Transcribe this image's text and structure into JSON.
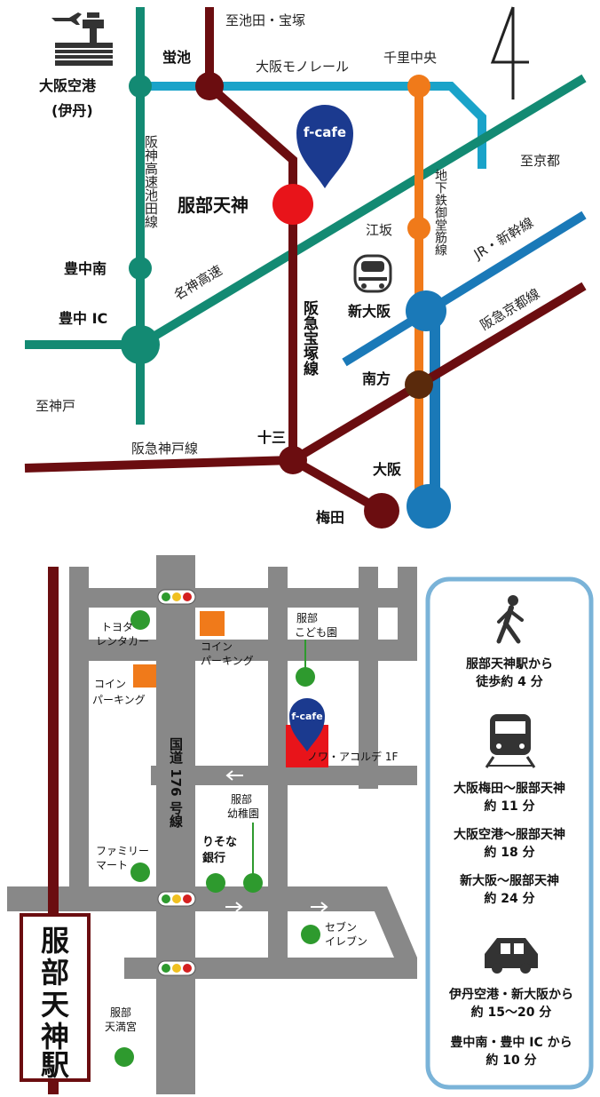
{
  "route_map": {
    "stations": {
      "itami_airport_1": "大阪空港",
      "itami_airport_2": "(伊丹)",
      "hotarugaike": "蛍池",
      "hattori_tenjin": "服部天神",
      "toyonaka_minami": "豊中南",
      "toyonaka_ic": "豊中 IC",
      "esaka": "江坂",
      "senri_chuo": "千里中央",
      "shin_osaka": "新大阪",
      "minamikata": "南方",
      "juso": "十三",
      "umeda": "梅田",
      "osaka": "大阪"
    },
    "lines": {
      "monorail": "大阪モノレール",
      "hanshin_ikeda": "阪神高速池田線",
      "meishin": "名神高速",
      "takarazuka": "阪急宝塚線",
      "midosuji": "地下鉄御堂筋線",
      "shinkansen": "JR・新幹線",
      "kyoto_line": "阪急京都線",
      "kobe_line": "阪急神戸線"
    },
    "directions": {
      "to_ikeda": "至池田・宝塚",
      "to_kyoto": "至京都",
      "to_kobe": "至神戸"
    },
    "cafe_pin": "f-cafe",
    "colors": {
      "hankyu": "#6b0d10",
      "monorail": "#1aa3c9",
      "expressway": "#138a73",
      "subway": "#f07a1a",
      "jr": "#1a79b8",
      "cafe": "#1b3a8f",
      "hattori": "#e8141a"
    }
  },
  "area_map": {
    "station_sign": [
      "服",
      "部",
      "天",
      "神",
      "駅"
    ],
    "road_name": "国道 176 号線",
    "cafe_pin": "f-cafe",
    "cafe_building": "ノワ・アコルデ 1F",
    "landmarks": {
      "toyota_1": "トヨタ",
      "toyota_2": "レンタカー",
      "coin_a_1": "コイン",
      "coin_a_2": "パーキング",
      "coin_b_1": "コイン",
      "coin_b_2": "パーキング",
      "kodomo_1": "服部",
      "kodomo_2": "こども園",
      "youchien_1": "服部",
      "youchien_2": "幼稚園",
      "family_1": "ファミリー",
      "family_2": "マート",
      "resona_1": "りそな",
      "resona_2": "銀行",
      "seven_1": "セブン",
      "seven_2": "イレブン",
      "tenmangu_1": "服部",
      "tenmangu_2": "天満宮"
    }
  },
  "access": {
    "walk_1": "服部天神駅から",
    "walk_2": "徒歩約 4 分",
    "train": [
      {
        "route": "大阪梅田〜服部天神",
        "time": "約 11 分"
      },
      {
        "route": "大阪空港〜服部天神",
        "time": "約 18 分"
      },
      {
        "route": "新大阪〜服部天神",
        "time": "約 24 分"
      }
    ],
    "car": [
      {
        "route": "伊丹空港・新大阪から",
        "time": "約 15〜20 分"
      },
      {
        "route": "豊中南・豊中 IC から",
        "time": "約 10 分"
      }
    ]
  }
}
